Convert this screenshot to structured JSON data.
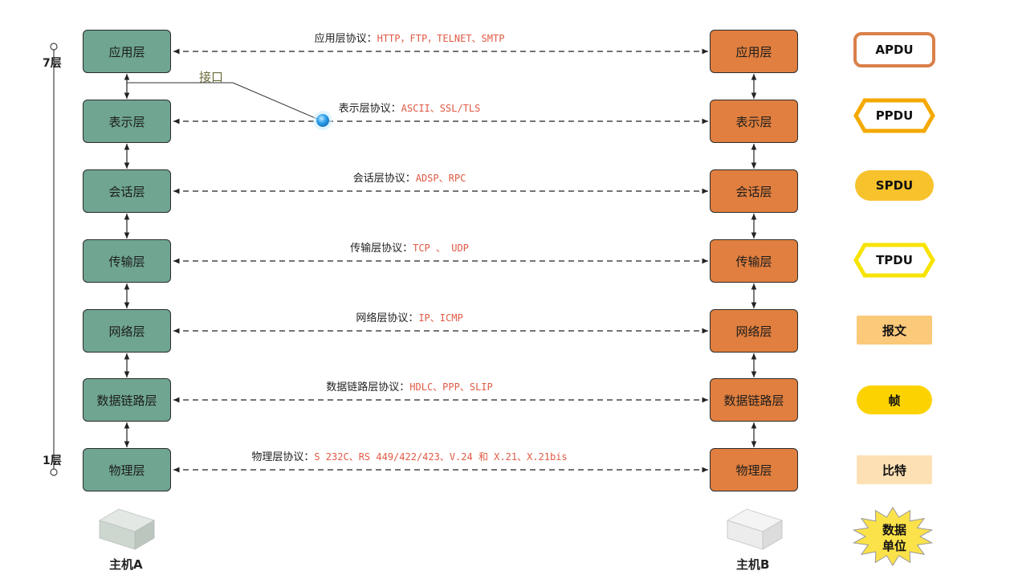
{
  "host_a": {
    "label": "主机A",
    "layers": [
      "应用层",
      "表示层",
      "会话层",
      "传输层",
      "网络层",
      "数据链路层",
      "物理层"
    ]
  },
  "host_b": {
    "label": "主机B",
    "layers": [
      "应用层",
      "表示层",
      "会话层",
      "传输层",
      "网络层",
      "数据链路层",
      "物理层"
    ]
  },
  "protocols": [
    {
      "label": "应用层协议：",
      "items": "HTTP，FTP，TELNET、SMTP"
    },
    {
      "label": "表示层协议：",
      "items": "ASCII、SSL/TLS"
    },
    {
      "label": "会话层协议：",
      "items": "ADSP、RPC"
    },
    {
      "label": "传输层协议：",
      "items": "TCP 、 UDP"
    },
    {
      "label": "网络层协议：",
      "items": "IP、ICMP"
    },
    {
      "label": "数据链路层协议：",
      "items": "HDLC、PPP、SLIP"
    },
    {
      "label": "物理层协议：",
      "items": "S 232C、RS 449/422/423、V.24 和 X.21、X.21bis"
    }
  ],
  "pdus": [
    "APDU",
    "PPDU",
    "SPDU",
    "TPDU",
    "报文",
    "帧",
    "比特"
  ],
  "data_unit_label": "数据\n单位",
  "interface_label": "接口",
  "scale": {
    "top": "7层",
    "bottom": "1层"
  },
  "colors": {
    "host_a_layer": "#6fa591",
    "host_b_layer": "#e07f3f",
    "protocol_items": "#e05a44"
  }
}
